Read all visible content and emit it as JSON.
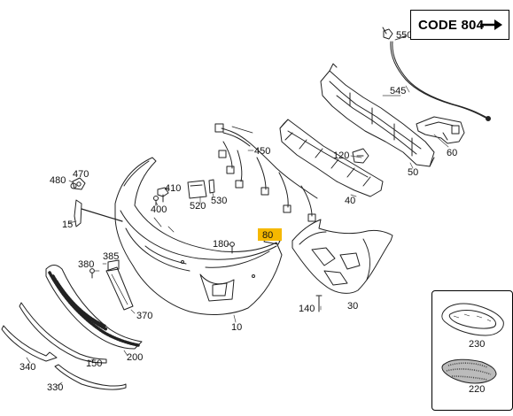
{
  "code_box": {
    "label": "CODE 804",
    "arrow_icon": "right-arrow-icon"
  },
  "highlight_color": "#f5b800",
  "highlighted_part": "80",
  "part_labels": [
    "550",
    "545",
    "60",
    "50",
    "450",
    "120",
    "40",
    "480",
    "470",
    "410",
    "520",
    "530",
    "400",
    "15",
    "180",
    "80",
    "380",
    "385",
    "370",
    "140",
    "30",
    "10",
    "200",
    "150",
    "340",
    "330",
    "230",
    "220"
  ]
}
